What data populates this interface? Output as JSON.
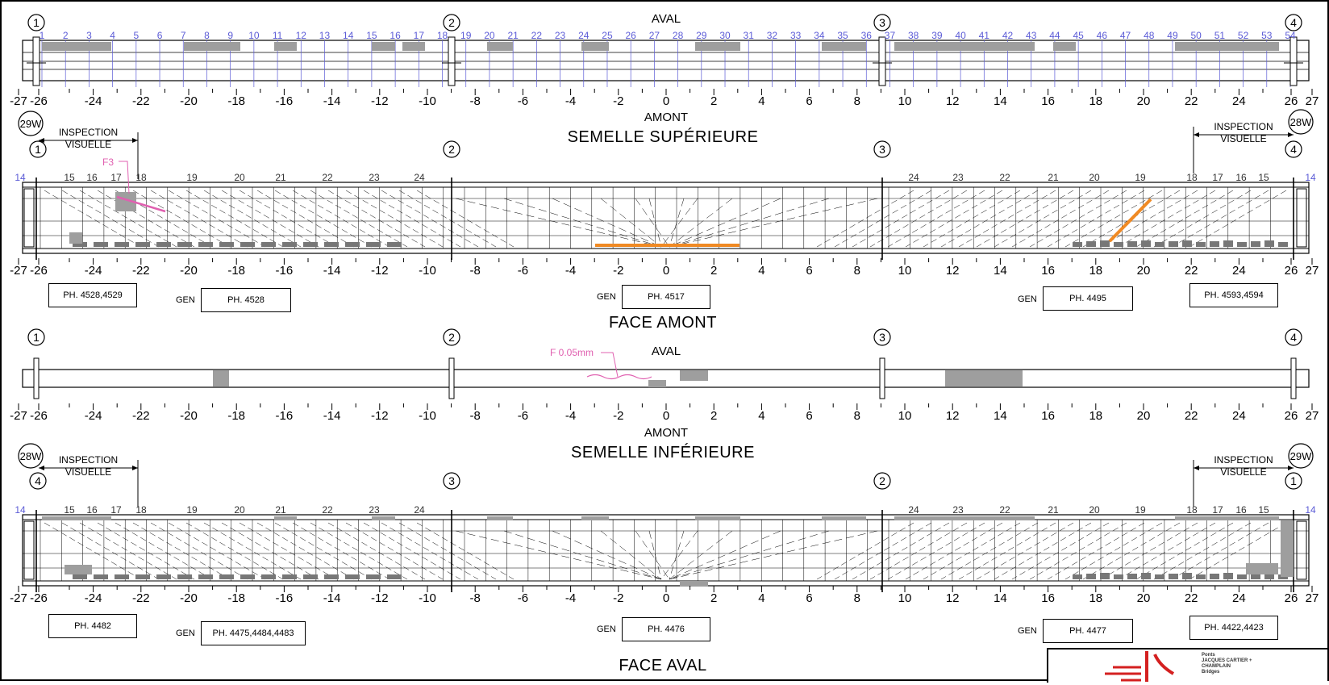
{
  "axis": {
    "ticks": [
      "-27",
      "-26",
      "-24",
      "-22",
      "-20",
      "-18",
      "-16",
      "-14",
      "-12",
      "-10",
      "-8",
      "-6",
      "-4",
      "-2",
      "0",
      "2",
      "4",
      "6",
      "8",
      "10",
      "12",
      "14",
      "16",
      "18",
      "20",
      "22",
      "24",
      "26",
      "27"
    ]
  },
  "supports": {
    "top_order": [
      "1",
      "2",
      "3",
      "4"
    ],
    "bottom_order": [
      "4",
      "3",
      "2",
      "1"
    ],
    "left_end_1": "29W",
    "right_end_1": "28W",
    "left_end_2": "28W",
    "right_end_2": "29W"
  },
  "labels": {
    "aval": "AVAL",
    "amont": "AMONT",
    "title1": "SEMELLE SUPÉRIEURE",
    "title2": "FACE AMONT",
    "title3": "SEMELLE INFÉRIEURE",
    "title4": "FACE AVAL",
    "inspection": "INSPECTION",
    "visuelle": "VISUELLE",
    "gen": "GEN"
  },
  "panels_top": [
    "1",
    "2",
    "3",
    "4",
    "5",
    "6",
    "7",
    "8",
    "9",
    "10",
    "11",
    "12",
    "13",
    "14",
    "15",
    "16",
    "17",
    "18",
    "19",
    "20",
    "21",
    "22",
    "23",
    "24",
    "25",
    "26",
    "27",
    "28",
    "29",
    "30",
    "31",
    "32",
    "33",
    "34",
    "35",
    "36",
    "37",
    "38",
    "39",
    "40",
    "41",
    "42",
    "43",
    "44",
    "45",
    "46",
    "47",
    "48",
    "49",
    "50",
    "51",
    "52",
    "53",
    "54"
  ],
  "stiffeners_left": [
    "14",
    "15",
    "16",
    "17",
    "18",
    "19",
    "20",
    "21",
    "22",
    "23",
    "24"
  ],
  "stiffeners_right": [
    "24",
    "23",
    "22",
    "21",
    "20",
    "19",
    "18",
    "17",
    "16",
    "15",
    "14"
  ],
  "annotations": {
    "crack_f3": "F3",
    "crack_f005": "F 0.05mm"
  },
  "photos_amont": [
    "PH. 4528,4529",
    "PH. 4528",
    "PH. 4517",
    "PH. 4495",
    "PH. 4593,4594"
  ],
  "photos_aval": [
    "PH. 4482",
    "PH. 4475,4484,4483",
    "PH. 4476",
    "PH. 4477",
    "PH. 4422,4423"
  ],
  "logo": {
    "line1": "Ponts",
    "line2": "JACQUES CARTIER +",
    "line3": "CHAMPLAIN",
    "line4": "Bridges"
  },
  "colors": {
    "line": "#000000",
    "panel_numbers": "#5b5bd6",
    "hatch": "#9e9e9e",
    "crack_pink": "#e060b0",
    "crack_orange": "#f08a24",
    "logo_red": "#d42020"
  }
}
